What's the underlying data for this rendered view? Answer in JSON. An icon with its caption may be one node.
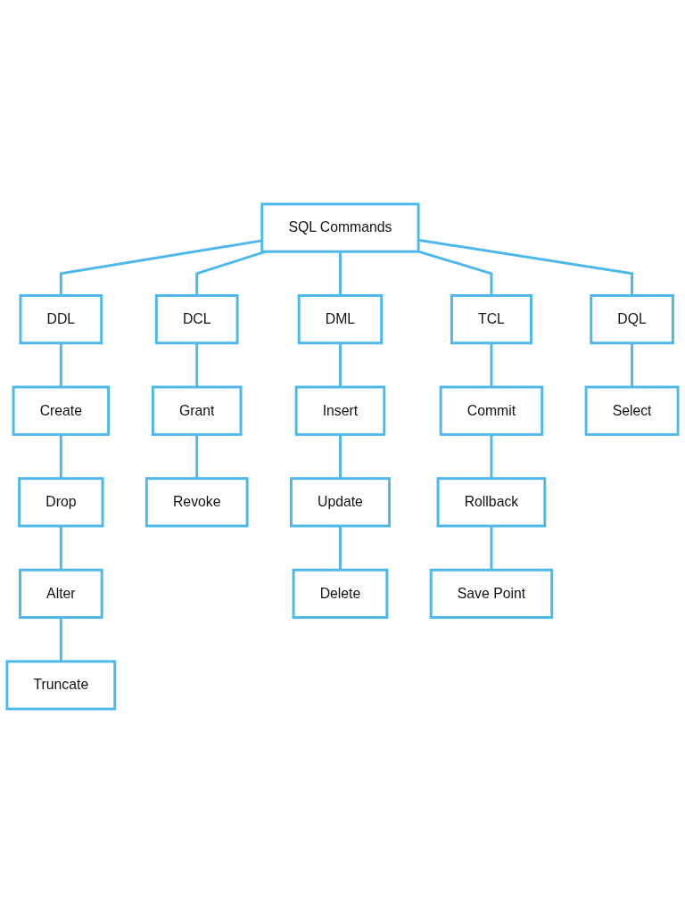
{
  "diagram": {
    "nodes": [
      {
        "text": [
          "SQL Commands"
        ]
      },
      {
        "text": [
          "DDL"
        ]
      },
      {
        "text": [
          "DCL"
        ]
      },
      {
        "text": [
          "DML"
        ]
      },
      {
        "text": [
          "TCL"
        ]
      },
      {
        "text": [
          "DQL"
        ]
      },
      {
        "text": [
          "Create"
        ]
      },
      {
        "text": [
          "Drop"
        ]
      },
      {
        "text": [
          "Alter"
        ]
      },
      {
        "text": [
          "Truncate"
        ]
      },
      {
        "text": [
          "Grant"
        ]
      },
      {
        "text": [
          "Revoke"
        ]
      },
      {
        "text": [
          "Insert"
        ]
      },
      {
        "text": [
          "Update"
        ]
      },
      {
        "text": [
          "Delete"
        ]
      },
      {
        "text": [
          "Commit"
        ]
      },
      {
        "text": [
          "Rollback"
        ]
      },
      {
        "text": [
          "Save Point"
        ]
      },
      {
        "text": [
          "Select"
        ]
      }
    ],
    "edges": [
      {
        "from": 0,
        "to": 1,
        "arrow": "none"
      },
      {
        "from": 0,
        "to": 2,
        "arrow": "none"
      },
      {
        "from": 0,
        "to": 3,
        "arrow": "none"
      },
      {
        "from": 0,
        "to": 4,
        "arrow": "none"
      },
      {
        "from": 0,
        "to": 5,
        "arrow": "none"
      },
      {
        "from": 1,
        "to": 6,
        "arrow": "none"
      },
      {
        "from": 6,
        "to": 7,
        "arrow": "none"
      },
      {
        "from": 7,
        "to": 8,
        "arrow": "none"
      },
      {
        "from": 8,
        "to": 9,
        "arrow": "none"
      },
      {
        "from": 2,
        "to": 10,
        "arrow": "none"
      },
      {
        "from": 10,
        "to": 11,
        "arrow": "none"
      },
      {
        "from": 3,
        "to": 12,
        "arrow": "none"
      },
      {
        "from": 12,
        "to": 13,
        "arrow": "none"
      },
      {
        "from": 13,
        "to": 14,
        "arrow": "none"
      },
      {
        "from": 4,
        "to": 15,
        "arrow": "none"
      },
      {
        "from": 15,
        "to": 16,
        "arrow": "none"
      },
      {
        "from": 16,
        "to": 17,
        "arrow": "none"
      },
      {
        "from": 5,
        "to": 18,
        "arrow": "none"
      }
    ]
  }
}
